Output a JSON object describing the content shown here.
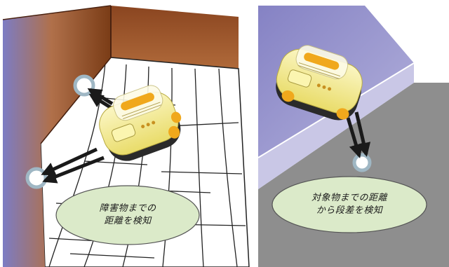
{
  "panels": {
    "left": {
      "caption_lines": [
        "障害物までの",
        "距離を検知"
      ]
    },
    "right": {
      "caption_lines": [
        "対象物までの距離",
        "から段差を検知"
      ]
    }
  },
  "colors": {
    "wall_gradient_start": "#8c86c6",
    "wall_gradient_end": "#8a4a22",
    "back_wall": "#9b5a2e",
    "floor_line": "#222222",
    "bubble_fill": "#dbeac9",
    "bubble_stroke": "#555555",
    "robot_body": "#f4ee9a",
    "robot_accent": "#f0a81c",
    "step_top": "#9794c8",
    "step_face": "#c9c7e6",
    "lower_floor": "#8e8e8e",
    "sensor_ring": "#9fb7c4",
    "arrow": "#1a1a1a"
  }
}
